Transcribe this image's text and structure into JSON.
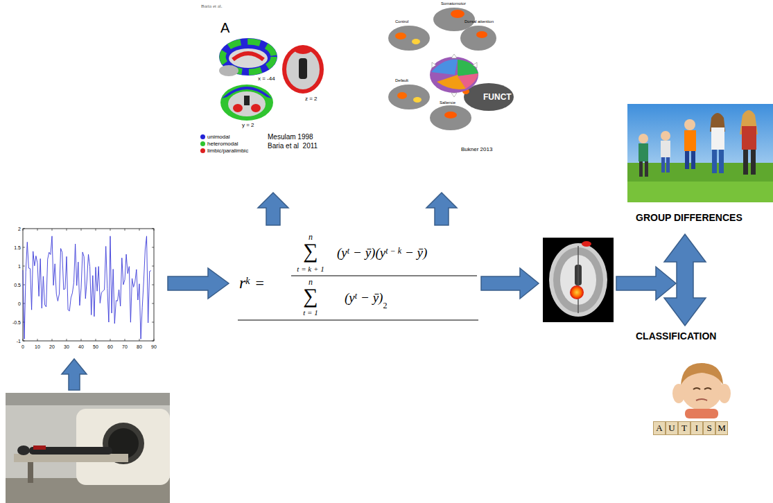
{
  "diagram": {
    "labels": [
      "Baria et al.",
      "A",
      "x = -44",
      "z = 2",
      "y = 2",
      "Mesulam 1998",
      "Baria et al  2011",
      "Control",
      "Somatomotor",
      "Dorsal attention",
      "Default",
      "Salience",
      "FUNCT",
      "Bukner 2013",
      "GROUP DIFFERENCES",
      "CLASSIFICATION",
      "0",
      "10",
      "20",
      "30",
      "40",
      "50",
      "60",
      "70",
      "80",
      "90",
      "-1",
      "-0.5",
      "0",
      "0.5",
      "1",
      "1.5",
      "2",
      "r",
      "k",
      "=",
      "n",
      "∑",
      "t = k + 1",
      "(y",
      "t",
      "− ȳ)(y",
      "t − k",
      "− ȳ)",
      "n",
      "∑",
      "t = 1",
      "(y",
      "t",
      "− ȳ)",
      "2",
      "A",
      "U",
      "T",
      "I",
      "S",
      "M"
    ],
    "legend": [
      {
        "text": "unimodal",
        "color": "#2323d6"
      },
      {
        "text": "heteromodal",
        "color": "#2fc42f"
      },
      {
        "text": "limbic/paralimbic",
        "color": "#dd1f1f"
      }
    ]
  }
}
